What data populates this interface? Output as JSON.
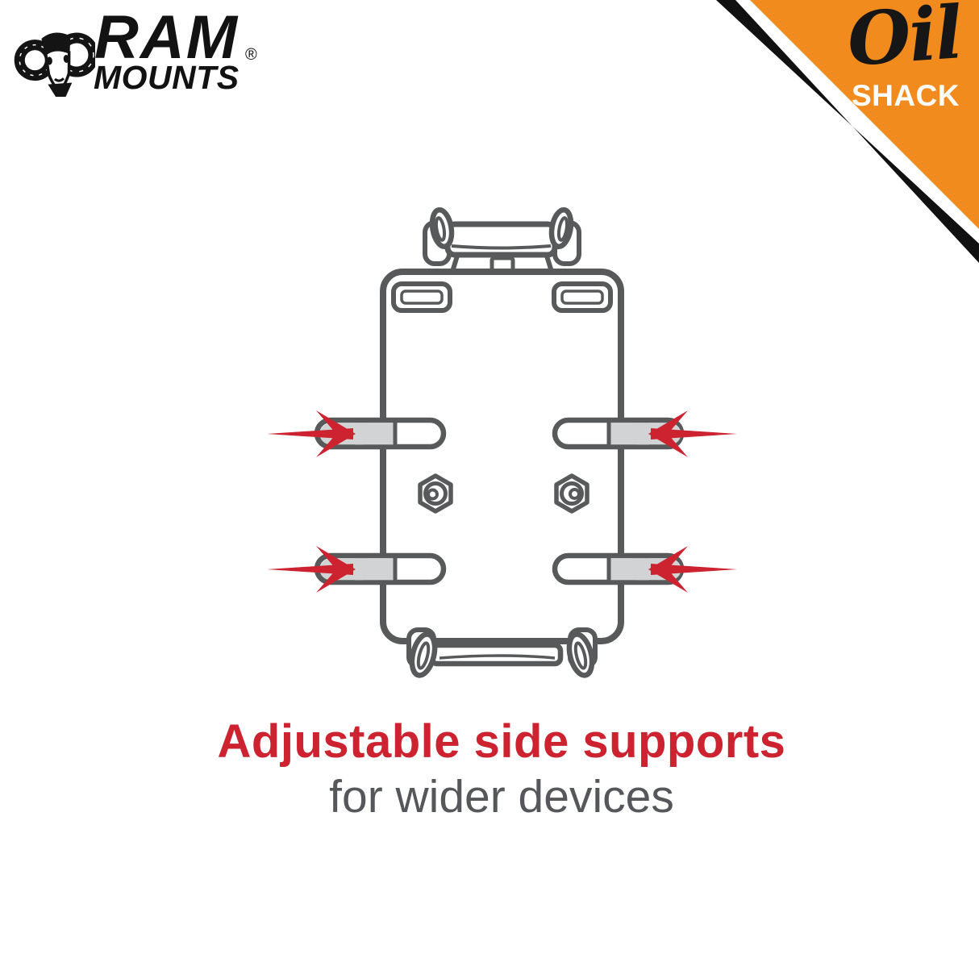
{
  "header": {
    "ram_logo": {
      "name": "RAM",
      "sub": "MOUNTS",
      "registered_mark": "®"
    },
    "store_badge": {
      "script_word": "Oil",
      "block_word": "SHACK"
    }
  },
  "caption": {
    "headline": "Adjustable side supports",
    "subline": "for wider devices"
  },
  "diagram": {
    "subject": "quick-grip phone cradle, front view",
    "side_support_count": 4,
    "inward_arrow_count": 4,
    "hex_nut_count": 2
  },
  "colors": {
    "accent_red": "#CD2330",
    "badge_orange": "#F28B1D",
    "badge_black": "#111111",
    "line_gray": "#58595B",
    "fill_gray": "#D1D3D4",
    "text_gray": "#55575B"
  }
}
